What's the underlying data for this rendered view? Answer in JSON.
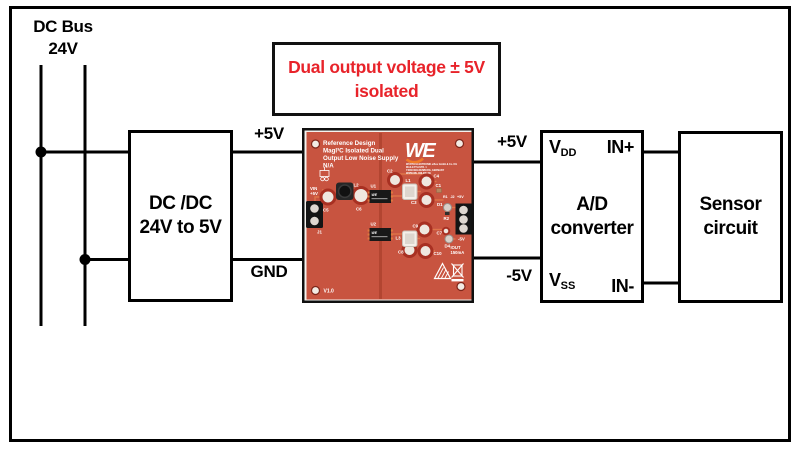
{
  "colors": {
    "accent_red": "#e8232a",
    "pcb_red": "#c85440",
    "pcb_trace": "#e0764b"
  },
  "bus": {
    "label_line1": "DC Bus",
    "label_line2": "24V"
  },
  "wire_labels": {
    "dcdc_out_pos": "+5V",
    "dcdc_out_gnd": "GND",
    "rail_pos": "+5V",
    "rail_neg": "-5V"
  },
  "note": {
    "line1": "Dual output voltage ± 5V",
    "line2": "isolated"
  },
  "blocks": {
    "dcdc": {
      "line1": "DC /DC",
      "line2": "24V to 5V"
    },
    "adc": {
      "center_line1": "A/D",
      "center_line2": "converter",
      "pin_vdd_main": "V",
      "pin_vdd_sub": "DD",
      "pin_in_pos": "IN+",
      "pin_vss_main": "V",
      "pin_vss_sub": "SS",
      "pin_in_neg": "IN-"
    },
    "sensor": {
      "line1": "Sensor",
      "line2": "circuit"
    }
  },
  "pcb": {
    "silkscreen_line1": "Reference Design",
    "silkscreen_line2": "MagI³C Isolated Dual",
    "silkscreen_line3": "Output Low Noise Supply",
    "silkscreen_line4": "N/A",
    "logo_text": "WE",
    "address_line1": "WÜRTH ELEKTRONIK eiSos GmbH & Co. KG",
    "address_line2": "MAX-EYTH-STR. 1",
    "address_line3": "74638 WALDENBURG, GERMANY",
    "address_line4": "WWW.WE-ONLINE.DE",
    "version": "V1.0",
    "iout_line1": "IOUT",
    "iout_line2": "150mA",
    "refs": {
      "vin_line1": "VIN",
      "vin_line2": "+5V",
      "j1": "J1",
      "c5": "C5",
      "l2": "L2",
      "c6": "C6",
      "u1": "U1",
      "u2": "U2",
      "c2": "C2",
      "l1": "L1",
      "c4": "C4",
      "c1": "C1",
      "c3": "C3",
      "d1": "D1",
      "r1": "R1",
      "j2": "J2",
      "p5v": "+5V",
      "r2": "R2",
      "c9": "C9",
      "l3": "L3",
      "c7": "C7",
      "d4": "D4",
      "c8": "C8",
      "c10": "C10",
      "m5v": "-5V"
    }
  }
}
